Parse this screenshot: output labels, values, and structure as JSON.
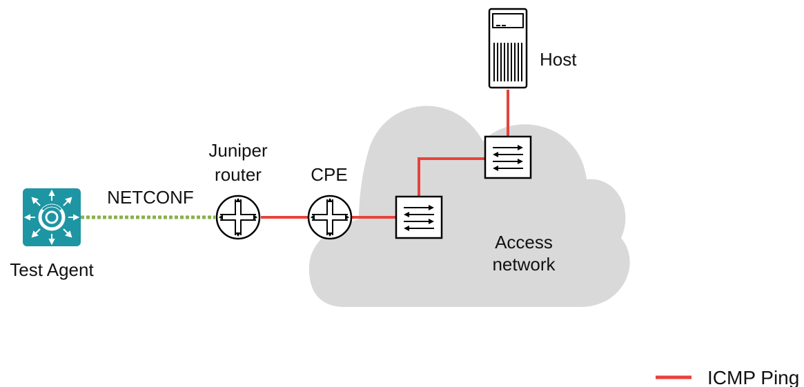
{
  "labels": {
    "test_agent": "Test Agent",
    "netconf": "NETCONF",
    "juniper_line1": "Juniper",
    "juniper_line2": "router",
    "cpe": "CPE",
    "host": "Host",
    "access_line1": "Access",
    "access_line2": "network"
  },
  "legend": {
    "icmp_ping": "ICMP Ping"
  },
  "colors": {
    "icmp_link": "#e8423a",
    "netconf_link": "#8ab04a",
    "cloud_fill": "#d9d9d9",
    "agent_tile": "#1e95a3"
  },
  "icons": {
    "test_agent": "test-agent-icon",
    "juniper_router": "router-icon",
    "cpe": "router-icon",
    "switch_1": "switch-icon",
    "switch_2": "switch-icon",
    "host": "server-icon",
    "cloud": "cloud-icon"
  }
}
